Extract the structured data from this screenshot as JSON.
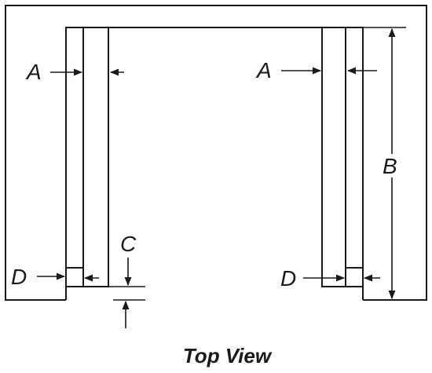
{
  "labels": {
    "a_left": "A",
    "a_right": "A",
    "b": "B",
    "c": "C",
    "d_left": "D",
    "d_right": "D"
  },
  "caption": "Top View",
  "colors": {
    "line": "#1a1a1a",
    "background": "#ffffff"
  }
}
